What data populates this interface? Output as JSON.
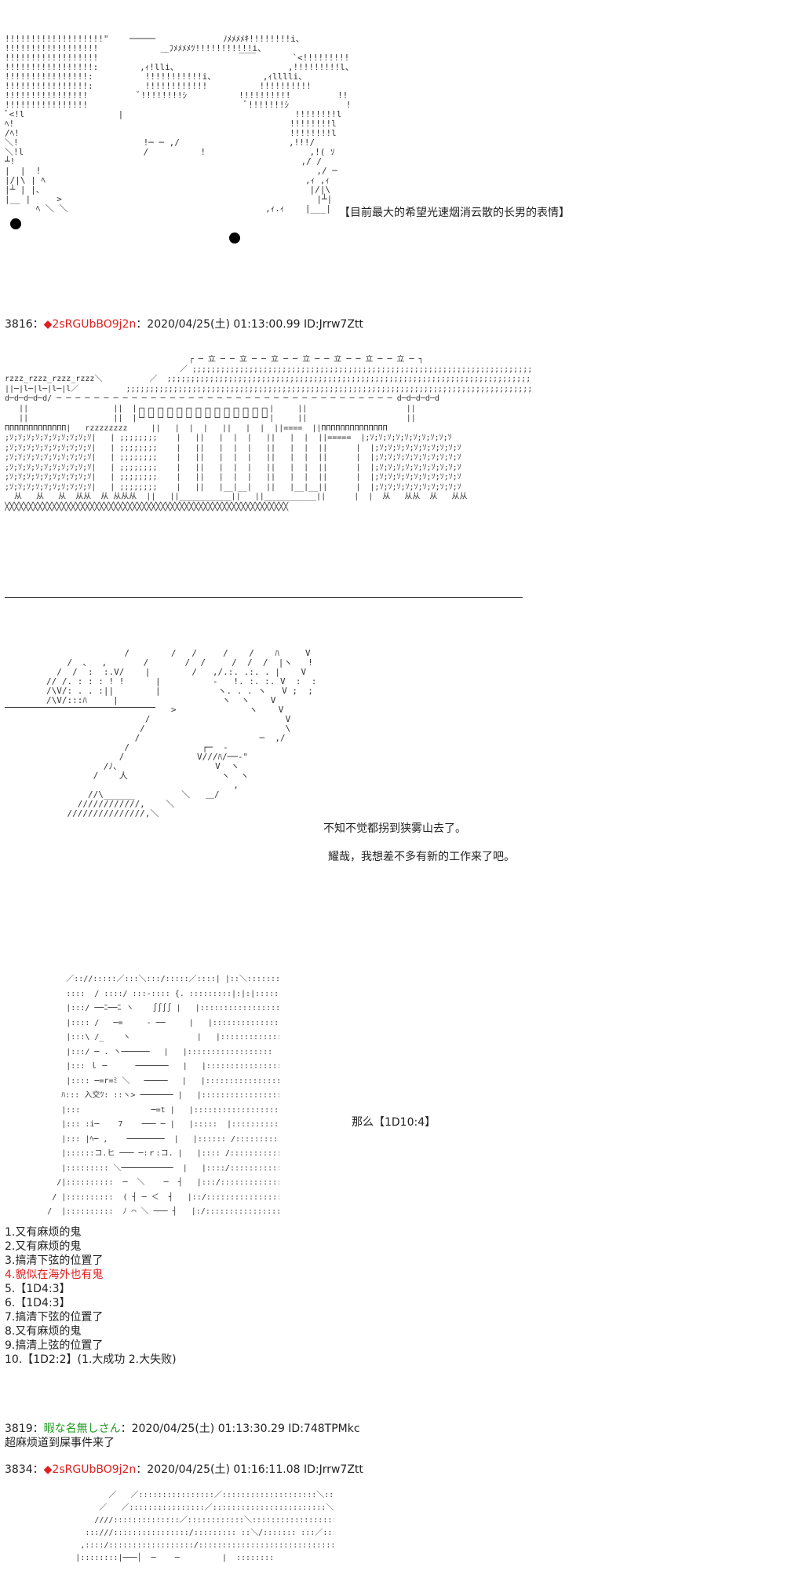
{
  "art": {
    "face": "!!!!!!!!!!!!!!!!!!!\"    ─────             ﾉﾒﾒﾒﾒｷ!!!!!!!!i、\n!!!!!!!!!!!!!!!!!!            ＿ﾌﾒﾒﾒﾒﾂ!!!!!!!!!!!i、\n!!!!!!!!!!!!!!!!!!                           ￣￣       `<!!!!!!!!!!i、\n!!!!!!!!!!!!!!!!!:        ,ｨ!lli、                     ,!!!!!!!!!l、\n!!!!!!!!!!!!!!!!:          !!!!!!!!!!!i、         ,ｨlllli、        !! !!!!!!l、\n!!!!!!!!!!!!!!!!:          !!!!!!!!!!!!          !!!!!!!!!!         !!! !!!!!!!l、\n!!!!!!!!!!!!!!!!          ﾞ!!!!!!!!ｼ          !!!!!!!!!!         !!!!!iiiiiiiiiiⅰ＿\n!!!!!!!!!!!!!!!!                              ﾞ!!!!!!!ｼ           !!!!!!!!!!!!!!!!!!!!＞＝- ‐\nﾞ<!l                  |                                 !!!!!!!!l\nﾍ!                                                     !!!!!!!!l\n/ﾍ!                                                    !!!!!!!!l\n＼!                        !─ ─ ,/                     ,!!!/\n＼!l                       /          !                    ,!( ｿ\n┴!                                                       ,/ /\n|  |  !                                                     ,/ ─\n|/|\\ | ﾍ                                                  ,ｨ ,ｨ\n|┴ | |、                                                   |/|\\\n|__ |     >                                                 |┴|\n      ﾍ ＼ ＼                                      ,ｨ.ｨ    |___|",
    "building": "                                       ┌ ─ 立 ─ ─ 立 ─ ─ 立 ─ ─ 立 ─ ─ 立 ─ ─ 立 ─ ─ 立 ─ ┐\n                                     ／ ;;;;;;;;;;;;;;;;;;;;;;;;;;;;;;;;;;;;;;;;;;;;;;;;;;;;;;;;;;;;;;;;;;;;;;;;;;; ＼\nrzzz_rzzz_rzzz_rzzz＼          ／  ;;;;;;;;;;;;;;;;;;;;;;;;;;;;;;;;;;;;;;;;;;;;;;;;;;;;;;;;;;;;;;;;;;;;;;;;;;;;;;;;;; ＼        ／rzzz_rzzz_rzzz_rzzz\n||─|l─|l─|l─|l／          ;;;;;;;;;;;;;;;;;;;;;;;;;;;;;;;;;;;;;;;;;;;;;;;;;;;;;;;;;;;;;;;;;;;;;;;;;;;;;;;;;;;;;;;;;          ||─|l─|l─|l─|l\nd─d─d─d─d/ ─ ─ ─ ─ ─ ─ ─ ─ ─ ─ ─ ─ ─ ─ ─ ─ ─ ─ ─ ─ ─ ─ ─ ─ ─ ─ ─ ─ ─ ─ ─ ─ ─ ─ ─ ─ d─d─d─d─d\n   ||                  ||  |┌┐┌┐┌┐┌┐┌┐┌┐┌┐┌┐┌┐┌┐┌┐┌┐┌┐┌┐|     ||                     ||\n   ||                  ||  |└┘└┘└┘└┘└┘└┘└┘└┘└┘└┘└┘└┘└┘└┘|     ||                     ||\nΠΠΠΠΠΠΠΠΠΠΠΠΠ|   rzzzzzzzz     ||   |  |  |   ||   |  |  ||====  ||ΠΠΠΠΠΠΠΠΠΠΠΠΠΠ\n;ｿ;ｿ;ｿ;ｿ;ｿ;ｿ;ｿ;ｿ;ｿ;ｿ|   | ;;;;;;;;    |   ||   |  |  |   ||   |  |  ||=====  |;ｿ;ｿ;ｿ;ｿ;ｿ;ｿ;ｿ;ｿ;ｿ;ｿ\n;ｿ;ｿ;ｿ;ｿ;ｿ;ｿ;ｿ;ｿ;ｿ;ｿ|   | ;;;;;;;;    |   ||   |  |  |   ||   |  |  ||      |  |;ｿ;ｿ;ｿ;ｿ;ｿ;ｿ;ｿ;ｿ;ｿ;ｿ\n;ｿ;ｿ;ｿ;ｿ;ｿ;ｿ;ｿ;ｿ;ｿ;ｿ|   | ;;;;;;;;    |   ||   |  |  |   ||   |  |  ||      |  |;ｿ;ｿ;ｿ;ｿ;ｿ;ｿ;ｿ;ｿ;ｿ;ｿ\n;ｿ;ｿ;ｿ;ｿ;ｿ;ｿ;ｿ;ｿ;ｿ;ｿ|   | ;;;;;;;;    |   ||   |  |  |   ||   |  |  ||      |  |;ｿ;ｿ;ｿ;ｿ;ｿ;ｿ;ｿ;ｿ;ｿ;ｿ\n;ｿ;ｿ;ｿ;ｿ;ｿ;ｿ;ｿ;ｿ;ｿ;ｿ|   | ;;;;;;;;    |   ||   |  |  |   ||   |  |  ||      |  |;ｿ;ｿ;ｿ;ｿ;ｿ;ｿ;ｿ;ｿ;ｿ;ｿ\n;ｿ;ｿ;ｿ;ｿ;ｿ;ｿ;ｿ;ｿ;ｿ;ｿ|   | ;;;;;;;;    |   ||   |__|__|   ||   |__|__||      |  |;ｿ;ｿ;ｿ;ｿ;ｿ;ｿ;ｿ;ｿ;ｿ;ｿ\n  从   从   从  从从  从 从从从  ||   ||___________||   ||___________||      |  |  从   从从  从   从从\n╳╳╳╳╳╳╳╳╳╳╳╳╳╳╳╳╳╳╳╳╳╳╳╳╳╳╳╳╳╳╳╳╳╳╳╳╳╳╳╳╳╳╳╳╳╳╳╳╳╳╳╳╳╳╳╳╳╳╳╳",
    "figure": "                       /        /   /     /    /    ﾊ     V\n            /  、  ,       /       /  /     /  /  /  |ヽ   !\n          /  /  :  :.V/    |        /   ,/.:. .:. . |    V\n        // /. : : : ! !      |          -   !. :. :. V  :  :\n        /\\V/: . . :||        |           ヽ. . . ヽ   V ;  ;\n        /\\V/:::ﾊ     |                    ヽ  ヽ    V\n                                >              ヽ    V\n                           /                          V\n                          /                           \\\n                         /                       ─  ,/\n                       /              ┌─  -\n                      /              V///ﾊ/──‐\"\n                   /ﾉ、                  V  ヽ\n                 /    人                  ヽ  ヽ\n                                            ,\n                //\\______         ＼   ＿/\n              ////////////,    ＼\n            ///////////////,＼",
    "monster": "             ／:://:::::／:::＼:::/:::::／::::| |::＼::::::::::::::::::\n             ::::  / ::::/ :::-:::: {. :::::::::|:|:|:::::::::::::::::\n             |:::/ ──ﾆ──ﾆ ヽ    ∫∫∫∫ |   |::::::::::::::::::\n             |:::: /   ─=     - ──     |   |::::::::::::::::::\n             |:::\\ /_    ヽ              |   |::::::::::::::::::\n             |:::/ ─ . ヽ──────   |   |::::::::::::::::::\n             |::: ｌ ─      ───────   |   |::::::::::::::::::\n             |:::: ─=r=ﾐ ＼   ─────   |   |::::::::::::::::::\n            ﾊ::: 入交ﾂ: ::ヽ> ─────── |   |::::::::::::::::::\n            |:::               ─=t |   |::::::::::::::::::\n            |::: :i─    7    ─── ─ |   |:::::  |::::::::::\n            |::: |ﾍ─ ,    ────────  |   |:::::: /::::::::::\n            |::::::コ.ヒ ─── ─:ｒ:コ. |   |:::: /::::::::::::\n            |::::::::: ＼───────────  |   |::::/::::::::::::::\n           /|::::::::::  ─  ＼    ─  ┤   |:::/:::::::::::::::\n          / |::::::::::  ( ┤ ─ ＜  ┤   |::/::::::::::::::::\n         /  |::::::::::  ﾉ ⌒ ＼ ─── ┤   |:/:::::::::::::::::",
    "bottom": "                      ／   ／::::::::::::::::／::::::::::::::::::::＼::::::::::::::::::::::／::::::＼\n                    ／   ／::::::::::::::::／::::::::::::::::::::::::＼::::::::::::::::::::::::＼::::::::＼\n                   ////::::::::::::::／::::::::::::＼:::::::::::::::::::＼::::::::::::::::::::::::::::::::::::\n                 :::///::::::::::::::::/::::::::: ::＼/::::::: :::／:::::::::::::::::::::::::::::::::::::::::\n                ,::::/::::::::::::::::::/::::::::::::::::::::::::::::::::::::::::::::::::::::::::::::::::::::\n               |::::::::|───│  ─    ─         |  ::::::::"
  },
  "captions": {
    "face": "【目前最大的希望光速烟消云散的长男的表情】",
    "figure_line1": "不知不觉都拐到狭雾山去了。",
    "figure_line2": "耀哉，我想差不多有新的工作来了吧。",
    "monster": "那么【1D10:4】"
  },
  "posts": {
    "post1": {
      "num": "3816：",
      "diamond": "◆",
      "trip": "2sRGUbBO9j2n",
      "meta": "：2020/04/25(土) 01:13:00.99 ID:Jrrw7Ztt"
    },
    "post2": {
      "num": "3819：",
      "name": "暇な名無しさん",
      "meta": "：2020/04/25(土) 01:13:30.29 ID:748TPMkc",
      "body": "超麻烦道到屎事件来了"
    },
    "post3": {
      "num": "3834：",
      "diamond": "◆",
      "trip": "2sRGUbBO9j2n",
      "meta": "：2020/04/25(土) 01:16:11.08 ID:Jrrw7Ztt"
    }
  },
  "list": [
    {
      "text": "1.又有麻烦的鬼",
      "red": false
    },
    {
      "text": "2.又有麻烦的鬼",
      "red": false
    },
    {
      "text": "3.搞清下弦的位置了",
      "red": false
    },
    {
      "text": "4.貌似在海外也有鬼",
      "red": true
    },
    {
      "text": "5.【1D4:3】",
      "red": false
    },
    {
      "text": "6.【1D4:3】",
      "red": false
    },
    {
      "text": "7.搞清下弦的位置了",
      "red": false
    },
    {
      "text": "8.又有麻烦的鬼",
      "red": false
    },
    {
      "text": "9.搞清上弦的位置了",
      "red": false
    },
    {
      "text": "10.【1D2:2】(1.大成功  2.大失败)",
      "red": false
    }
  ]
}
